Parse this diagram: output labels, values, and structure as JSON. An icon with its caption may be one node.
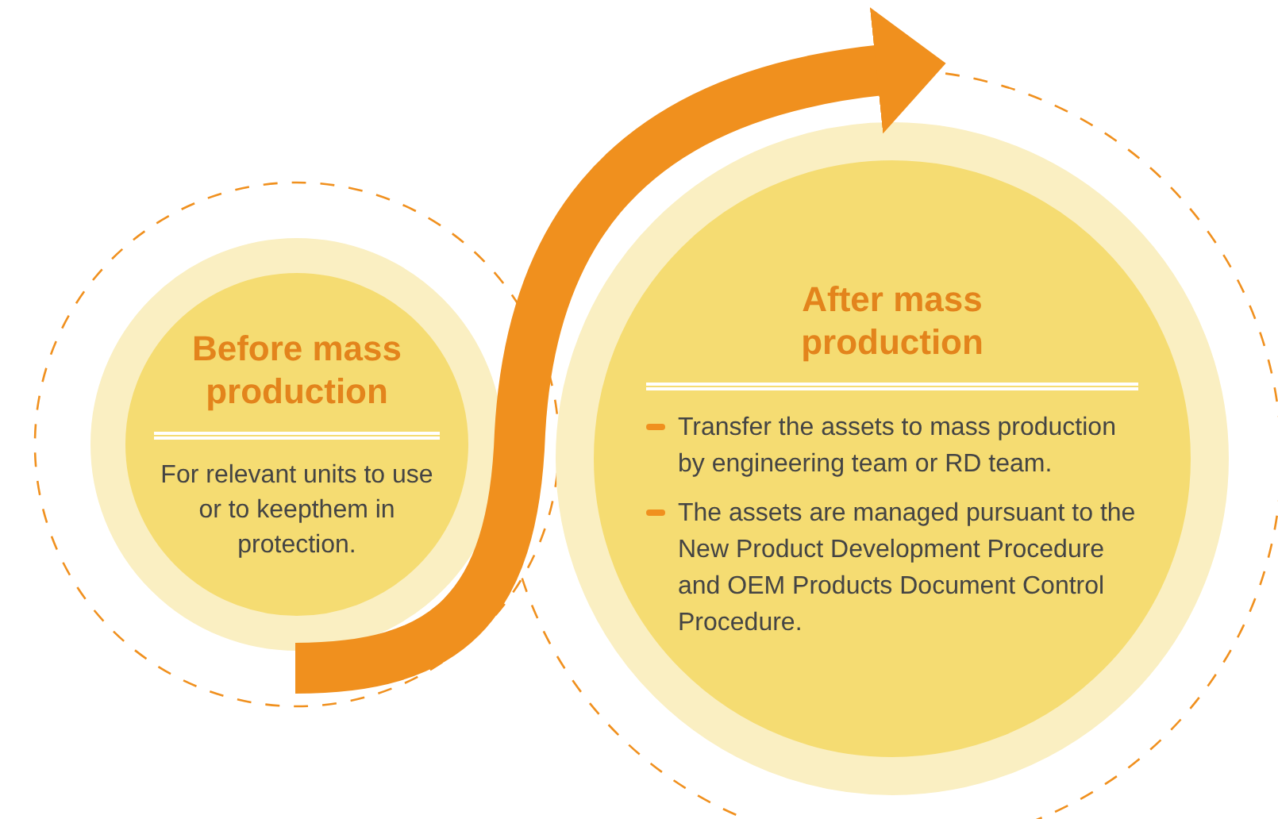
{
  "diagram": {
    "nodes": [
      {
        "text": [
          "Before mass production",
          "For relevant units to use or to keepthem in protection."
        ]
      },
      {
        "text": [
          "After mass production",
          "Transfer the assets to mass production by engineering team or RD team.",
          "The assets are managed pursuant to the New Product Development Procedure and OEM Products Document Control Procedure."
        ]
      }
    ],
    "edges": [
      {
        "from": 0,
        "to": 1,
        "arrow": "to"
      }
    ]
  }
}
